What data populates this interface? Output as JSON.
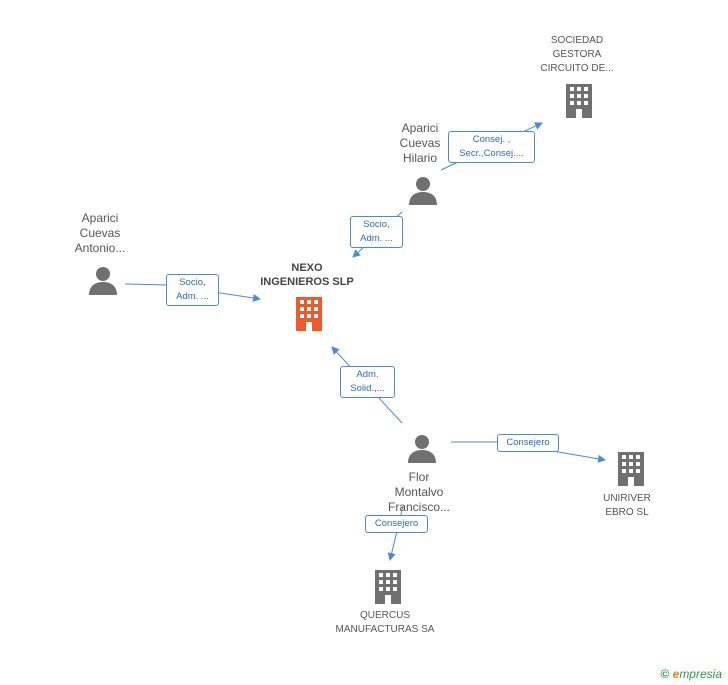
{
  "nodes": {
    "nexo": {
      "lines": [
        "NEXO",
        "INGENIEROS SLP"
      ],
      "color": "#f05a28"
    },
    "sociedad": {
      "lines": [
        "SOCIEDAD",
        "GESTORA",
        "CIRCUITO DE..."
      ]
    },
    "hilario": {
      "lines": [
        "Aparici",
        "Cuevas",
        "Hilario"
      ]
    },
    "antonio": {
      "lines": [
        "Aparici",
        "Cuevas",
        "Antonio..."
      ]
    },
    "flor": {
      "lines": [
        "Flor",
        "Montalvo",
        "Francisco..."
      ]
    },
    "uniriver": {
      "lines": [
        "UNIRIVER",
        "EBRO SL"
      ]
    },
    "quercus": {
      "lines": [
        "QUERCUS",
        "MANUFACTURAS SA"
      ]
    }
  },
  "edges": {
    "hilario_sociedad": {
      "lines": [
        "Consej. ,",
        "Secr.,Consej...."
      ]
    },
    "hilario_nexo": {
      "lines": [
        "Socio,",
        "Adm. ..."
      ]
    },
    "antonio_nexo": {
      "lines": [
        "Socio,",
        "Adm. ..."
      ]
    },
    "flor_nexo": {
      "lines": [
        "Adm.",
        "Solid.,..."
      ]
    },
    "flor_uniriver": {
      "lines": [
        "Consejero"
      ]
    },
    "flor_quercus": {
      "lines": [
        "Consejero"
      ]
    }
  },
  "colors": {
    "edge": "#4a8ad8",
    "company": "#707070",
    "person": "#707070",
    "main": "#f05a28"
  },
  "footer": {
    "copyright": "©",
    "brand_initial": "e",
    "brand_rest": "mpresia"
  }
}
